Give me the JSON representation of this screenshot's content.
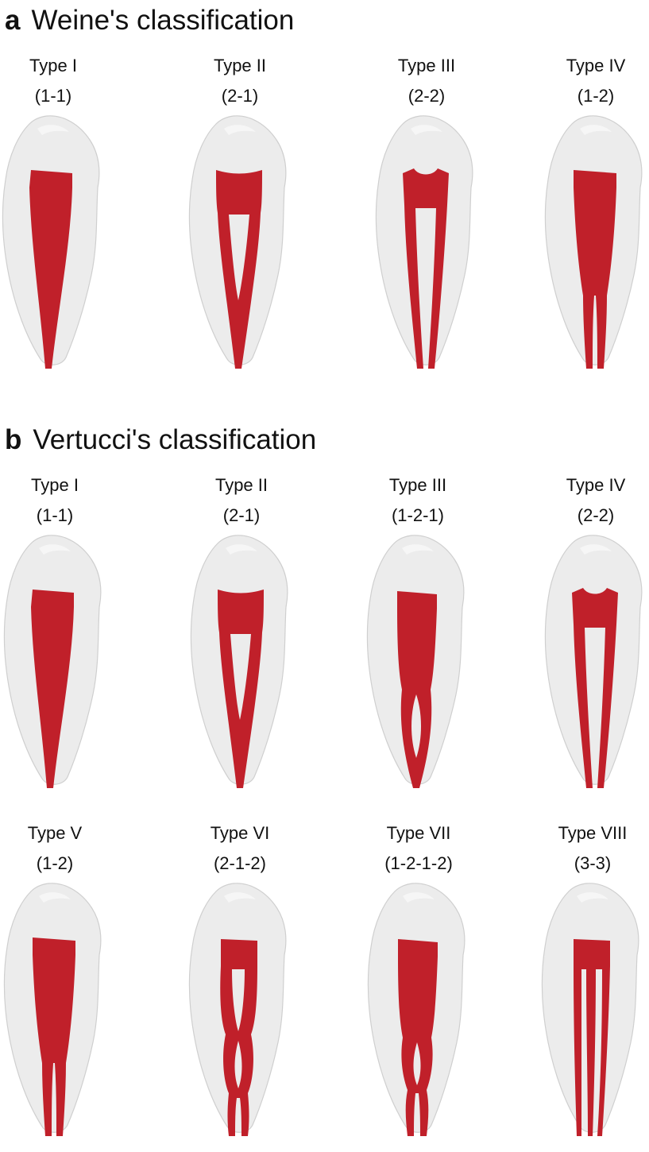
{
  "colors": {
    "pulp": "#c0202a",
    "tooth": "#ececec",
    "outline": "#cfcfcf"
  },
  "panels": [
    {
      "letter": "a",
      "title": "Weine's classification",
      "types": [
        {
          "name": "Type I",
          "code": "(1-1)",
          "canal": "single"
        },
        {
          "name": "Type II",
          "code": "(2-1)",
          "canal": "two-join"
        },
        {
          "name": "Type III",
          "code": "(2-2)",
          "canal": "two-separate"
        },
        {
          "name": "Type IV",
          "code": "(1-2)",
          "canal": "one-split"
        }
      ]
    },
    {
      "letter": "b",
      "title": "Vertucci's classification",
      "types": [
        {
          "name": "Type I",
          "code": "(1-1)",
          "canal": "single"
        },
        {
          "name": "Type II",
          "code": "(2-1)",
          "canal": "two-join"
        },
        {
          "name": "Type III",
          "code": "(1-2-1)",
          "canal": "one-loop-one"
        },
        {
          "name": "Type IV",
          "code": "(2-2)",
          "canal": "two-separate"
        },
        {
          "name": "Type V",
          "code": "(1-2)",
          "canal": "one-split"
        },
        {
          "name": "Type VI",
          "code": "(2-1-2)",
          "canal": "two-loop-two"
        },
        {
          "name": "Type VII",
          "code": "(1-2-1-2)",
          "canal": "one-loop-one-split"
        },
        {
          "name": "Type VIII",
          "code": "(3-3)",
          "canal": "three-separate"
        }
      ]
    }
  ]
}
